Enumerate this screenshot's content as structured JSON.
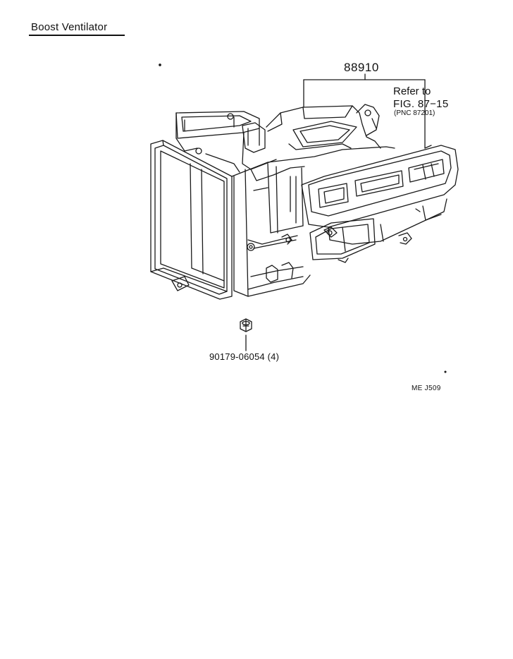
{
  "title": "Boost Ventilator",
  "callouts": {
    "assembly_part_number": "88910",
    "reference": {
      "line1": "Refer to",
      "line2": "FIG. 87−15",
      "line3": "(PNC 87201)"
    },
    "bolt_part_number": "90179-06054 (4)"
  },
  "diagram_code": "ME J509"
}
